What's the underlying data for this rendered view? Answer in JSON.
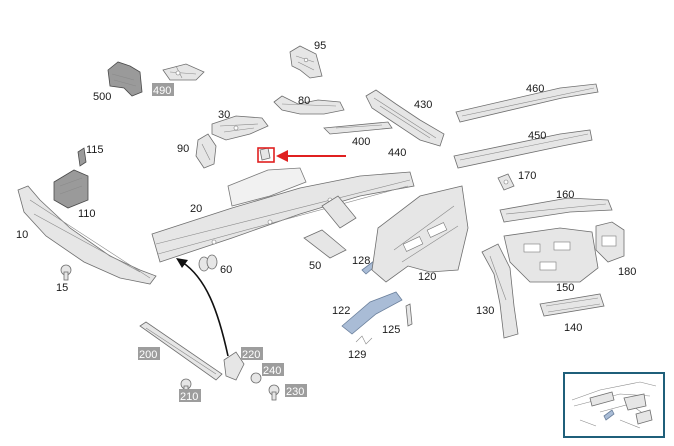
{
  "diagram": {
    "highlight_color": "#e02020",
    "blue_part_color": "#a9bcd6",
    "grey_label_color": "#9d9d9d",
    "thumbnail_border_color": "#1f5f7a",
    "labels": {
      "p95": "95",
      "p500": "500",
      "p490": "490",
      "p80": "80",
      "p30": "30",
      "p430": "430",
      "p460": "460",
      "p400": "400",
      "p440": "440",
      "p450": "450",
      "p90": "90",
      "p115": "115",
      "p170": "170",
      "p160": "160",
      "p110": "110",
      "p20": "20",
      "p10": "10",
      "p60": "60",
      "p50": "50",
      "p128": "128",
      "p120": "120",
      "p150": "150",
      "p180": "180",
      "p15": "15",
      "p130": "130",
      "p122": "122",
      "p125": "125",
      "p140": "140",
      "p129": "129",
      "p200": "200",
      "p220": "220",
      "p240": "240",
      "p210": "210",
      "p230": "230"
    }
  }
}
